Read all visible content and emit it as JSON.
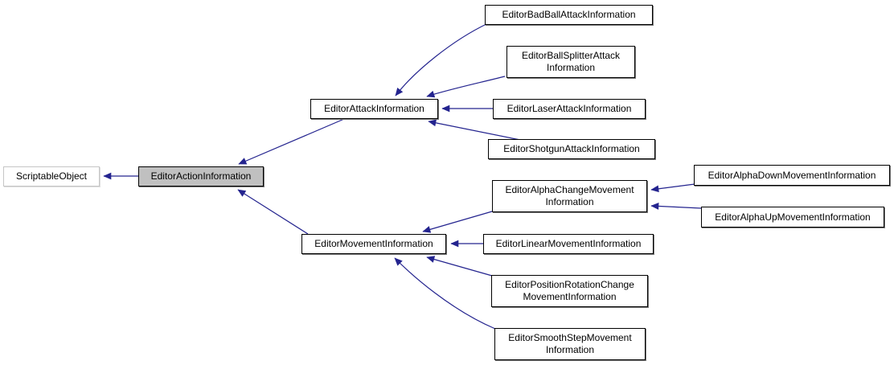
{
  "diagram": {
    "type": "class-inheritance-graph",
    "background_color": "#ffffff",
    "edge_color": "#24248f",
    "current_node_fill": "#c0c0c0",
    "nodes": [
      {
        "id": "scriptable-object",
        "label": "ScriptableObject",
        "style": "external"
      },
      {
        "id": "editor-action-information",
        "label": "EditorActionInformation",
        "style": "current"
      },
      {
        "id": "editor-attack-information",
        "label": "EditorAttackInformation",
        "style": "link"
      },
      {
        "id": "editor-bad-ball-attack-information",
        "label": "EditorBadBallAttackInformation",
        "style": "link"
      },
      {
        "id": "editor-ball-splitter-attack-information",
        "label": "EditorBallSplitterAttack\nInformation",
        "style": "link"
      },
      {
        "id": "editor-laser-attack-information",
        "label": "EditorLaserAttackInformation",
        "style": "link"
      },
      {
        "id": "editor-shotgun-attack-information",
        "label": "EditorShotgunAttackInformation",
        "style": "link"
      },
      {
        "id": "editor-movement-information",
        "label": "EditorMovementInformation",
        "style": "link"
      },
      {
        "id": "editor-alpha-change-movement-information",
        "label": "EditorAlphaChangeMovement\nInformation",
        "style": "link"
      },
      {
        "id": "editor-linear-movement-information",
        "label": "EditorLinearMovementInformation",
        "style": "link"
      },
      {
        "id": "editor-position-rotation-change-movement-information",
        "label": "EditorPositionRotationChange\nMovementInformation",
        "style": "link"
      },
      {
        "id": "editor-smooth-step-movement-information",
        "label": "EditorSmoothStepMovement\nInformation",
        "style": "link"
      },
      {
        "id": "editor-alpha-down-movement-information",
        "label": "EditorAlphaDownMovementInformation",
        "style": "link"
      },
      {
        "id": "editor-alpha-up-movement-information",
        "label": "EditorAlphaUpMovementInformation",
        "style": "link"
      }
    ],
    "edges": [
      {
        "from": "EditorActionInformation",
        "to": "ScriptableObject"
      },
      {
        "from": "EditorAttackInformation",
        "to": "EditorActionInformation"
      },
      {
        "from": "EditorMovementInformation",
        "to": "EditorActionInformation"
      },
      {
        "from": "EditorBadBallAttackInformation",
        "to": "EditorAttackInformation"
      },
      {
        "from": "EditorBallSplitterAttackInformation",
        "to": "EditorAttackInformation"
      },
      {
        "from": "EditorLaserAttackInformation",
        "to": "EditorAttackInformation"
      },
      {
        "from": "EditorShotgunAttackInformation",
        "to": "EditorAttackInformation"
      },
      {
        "from": "EditorAlphaChangeMovementInformation",
        "to": "EditorMovementInformation"
      },
      {
        "from": "EditorLinearMovementInformation",
        "to": "EditorMovementInformation"
      },
      {
        "from": "EditorPositionRotationChangeMovementInformation",
        "to": "EditorMovementInformation"
      },
      {
        "from": "EditorSmoothStepMovementInformation",
        "to": "EditorMovementInformation"
      },
      {
        "from": "EditorAlphaDownMovementInformation",
        "to": "EditorAlphaChangeMovementInformation"
      },
      {
        "from": "EditorAlphaUpMovementInformation",
        "to": "EditorAlphaChangeMovementInformation"
      }
    ]
  }
}
